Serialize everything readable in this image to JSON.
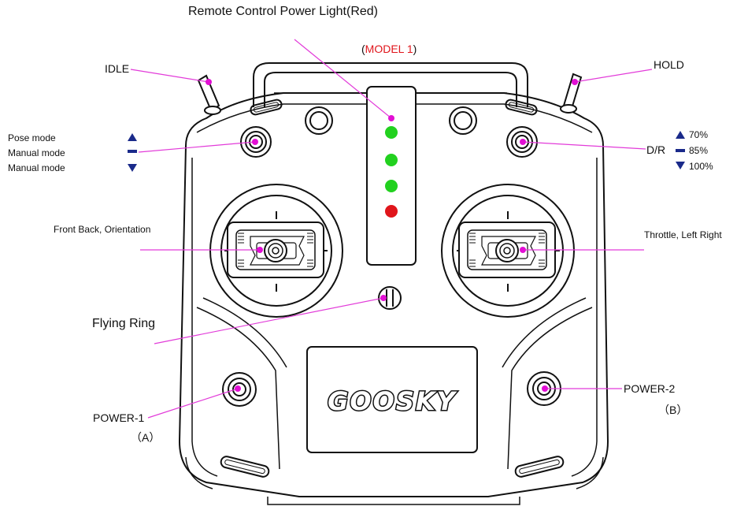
{
  "labels": {
    "power_light_title": "Remote Control Power Light(Red)",
    "model_open": "(",
    "model_text": "MODEL 1",
    "model_close": ")",
    "idle": "IDLE",
    "hold": "HOLD",
    "mode_pose": "Pose mode",
    "mode_manual_1": "Manual mode",
    "mode_manual_2": "Manual mode",
    "dr": "D/R",
    "dr_70": "70%",
    "dr_85": "85%",
    "dr_100": "100%",
    "front_back": "Front Back, Orientation",
    "throttle": "Throttle, Left Right",
    "flying_ring": "Flying Ring",
    "power1": "POWER-1",
    "power1_sub": "（A）",
    "power2": "POWER-2",
    "power2_sub": "（B）",
    "brand": "GOOSKY"
  },
  "colors": {
    "pointer": "#e23bd9",
    "dot": "#e20fd4",
    "led_green": "#22d11f",
    "led_red": "#e0151b",
    "model_text": "#e0151b",
    "arrow_fill": "#1a2a8a"
  },
  "icons": {
    "up": "triangle-up-icon",
    "mid": "dash-icon",
    "down": "triangle-down-icon"
  }
}
